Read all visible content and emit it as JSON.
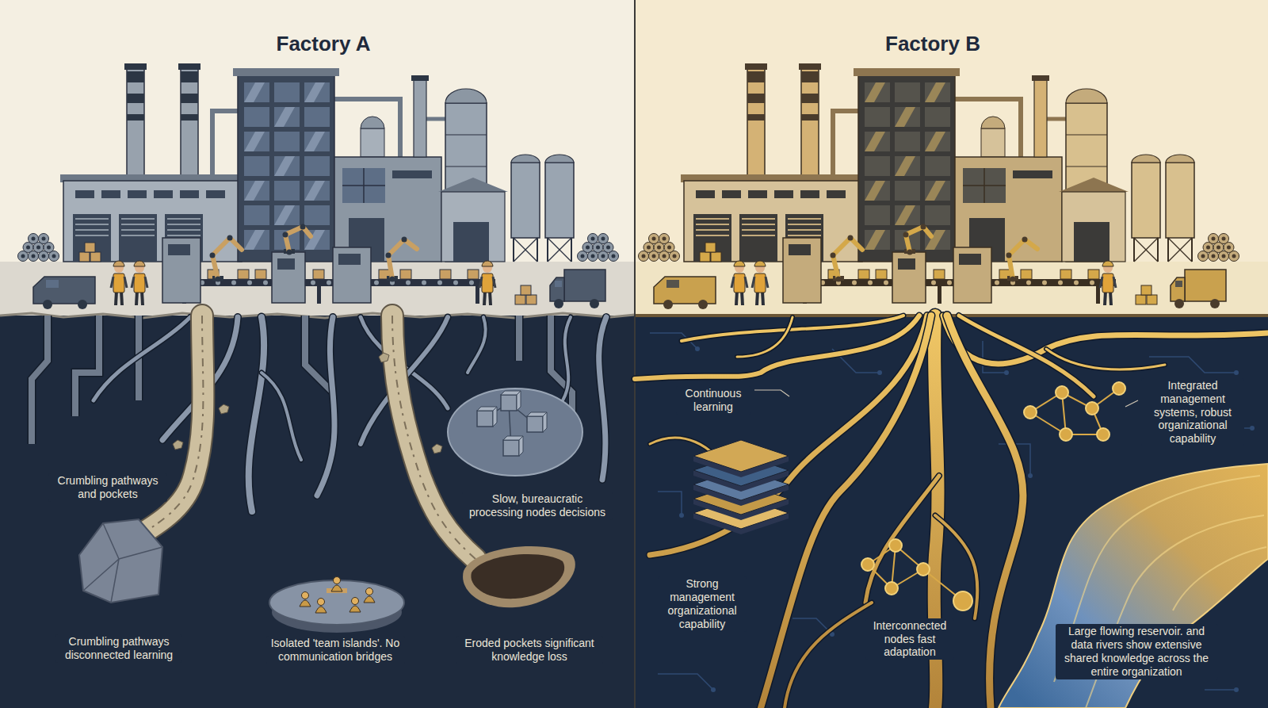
{
  "diagram": {
    "labels": [
      "Factory A",
      "Factory B",
      "Crumbling pathways and pockets",
      "Slow, bureaucratic processing nodes decisions",
      "Crumbling pathways disconnected learning",
      "Isolated 'team islands'. No communication bridges",
      "Eroded pockets significant knowledge loss",
      "Continuous learning",
      "Integrated management systems, robust organizational capability",
      "Strong management organizational capability",
      "Interconnected nodes fast adaptation",
      "Large flowing reservoir. and data rivers show extensive shared knowledge across the entire organization"
    ]
  }
}
